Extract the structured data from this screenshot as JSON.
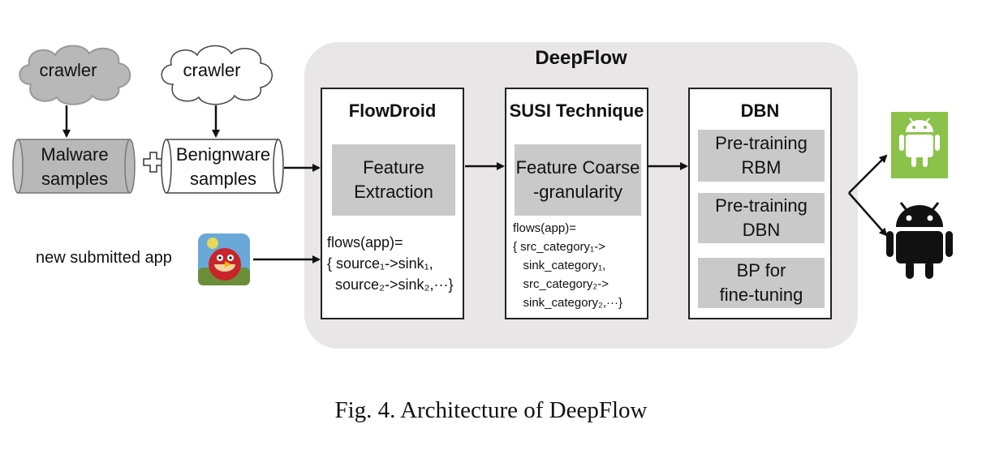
{
  "clouds": [
    {
      "label": "crawler"
    },
    {
      "label": "crawler"
    }
  ],
  "cylinders": [
    {
      "line1": "Malware",
      "line2": "samples"
    },
    {
      "line1": "Benignware",
      "line2": "samples"
    }
  ],
  "app": {
    "label": "new submitted app"
  },
  "panel": {
    "title": "DeepFlow"
  },
  "flowdroid": {
    "title": "FlowDroid",
    "box": "Feature\nExtraction",
    "flows": "flows(app)=\n{ source₁->sink₁,\n  source₂->sink₂,···}"
  },
  "susi": {
    "title": "SUSI Technique",
    "box": "Feature Coarse\n-granularity",
    "flows": "flows(app)=\n{ src_category₁->\n   sink_category₁,\n   src_category₂->\n   sink_category₂,···}"
  },
  "dbn": {
    "title": "DBN",
    "steps": [
      "Pre-training\nRBM",
      "Pre-training\nDBN",
      "BP for\nfine-tuning"
    ]
  },
  "colors": {
    "panel": "#e8e6e6",
    "grey_box": "#c9c9c9",
    "android_green": "#8bc34a",
    "android_black": "#111111"
  },
  "caption": "Fig. 4. Architecture of DeepFlow"
}
